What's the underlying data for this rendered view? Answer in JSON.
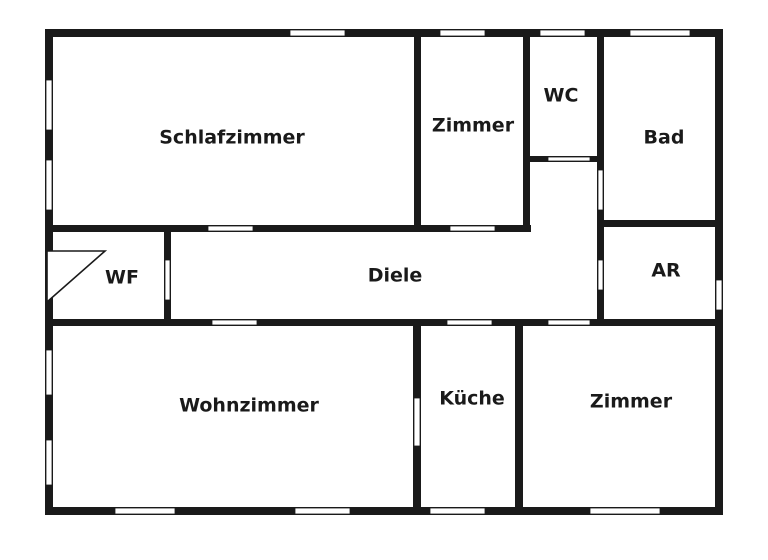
{
  "floorplan": {
    "rooms": {
      "schlafzimmer": "Schlafzimmer",
      "zimmer_top": "Zimmer",
      "wc": "WC",
      "bad": "Bad",
      "wf": "WF",
      "diele": "Diele",
      "ar": "AR",
      "wohnzimmer": "Wohnzimmer",
      "kueche": "Küche",
      "zimmer_bottom": "Zimmer"
    }
  }
}
